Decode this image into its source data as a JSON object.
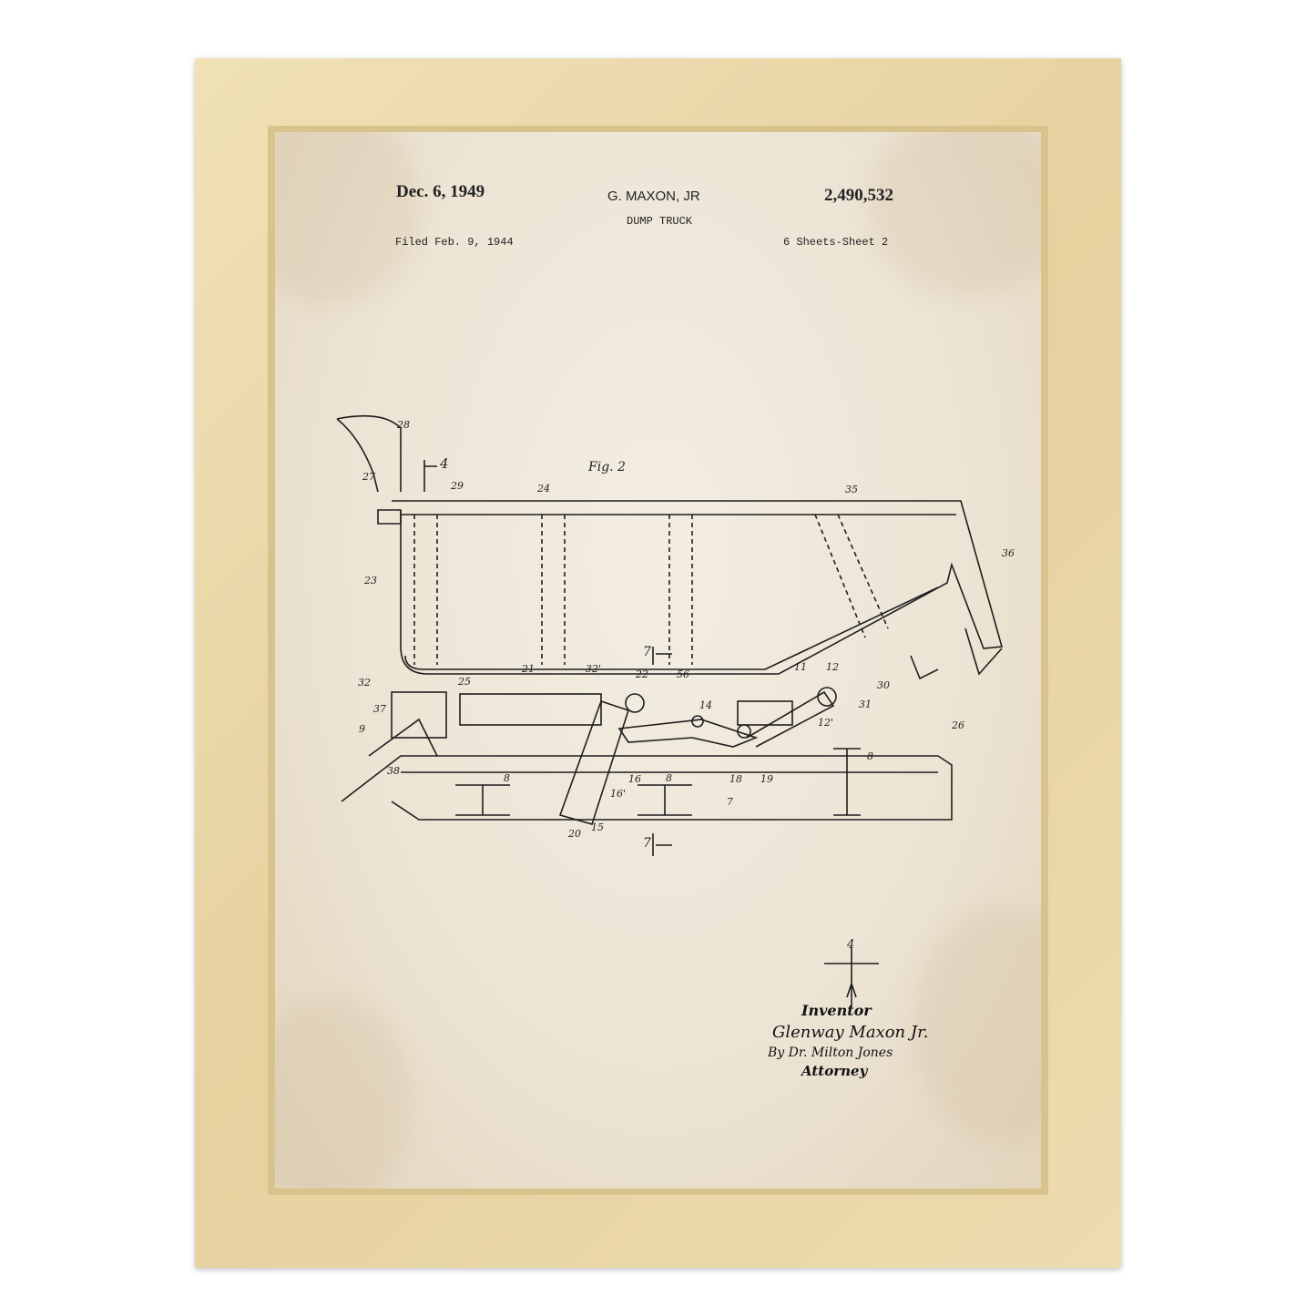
{
  "header": {
    "date": "Dec. 6, 1949",
    "inventor_short": "G. MAXON, JR",
    "title": "DUMP TRUCK",
    "patent_number": "2,490,532",
    "filed": "Filed Feb. 9, 1944",
    "sheets": "6 Sheets-Sheet 2"
  },
  "figure_label": "Fig. 2",
  "reference_numerals": [
    "28",
    "4",
    "29",
    "27",
    "24",
    "35",
    "36",
    "23",
    "25",
    "21",
    "32'",
    "22",
    "56",
    "7",
    "32",
    "11",
    "12",
    "30",
    "31",
    "26",
    "14",
    "37",
    "9",
    "38",
    "8",
    "8",
    "8",
    "16",
    "16'",
    "18",
    "19",
    "12'",
    "7",
    "20",
    "15",
    "7",
    "4"
  ],
  "signature": {
    "label": "Inventor",
    "name": "Glenway Maxon Jr.",
    "by": "By Dr. Milton Jones",
    "attorney": "Attorney"
  }
}
